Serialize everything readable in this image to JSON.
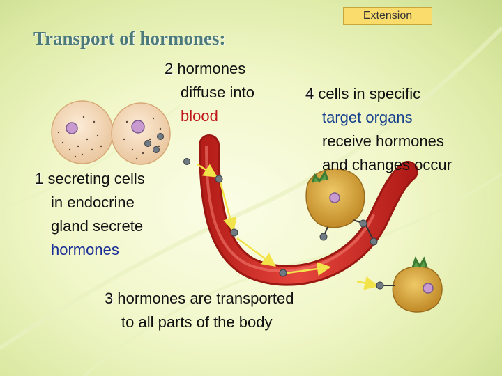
{
  "badge": {
    "text": "Extension"
  },
  "title": "Transport of hormones:",
  "steps": [
    {
      "number": "1",
      "line1": "secreting cells",
      "line2": "in endocrine",
      "line3": "gland secrete",
      "highlight": "hormones"
    },
    {
      "number": "2",
      "line1": "hormones",
      "line2": "diffuse into",
      "highlight": "blood"
    },
    {
      "number": "3",
      "line1": "hormones are transported",
      "line2": "to all parts of the body"
    },
    {
      "number": "4",
      "line1": "cells in specific",
      "highlight": "target organs",
      "line3": "receive hormones",
      "line4": "and changes occur"
    }
  ],
  "colors": {
    "blood_vessel": "#d9312a",
    "secretory_cell": "#f6ddc0",
    "nucleus": "#c89ad0",
    "target_cell": "#d6a63c",
    "hormone": "#6f7a82",
    "arrow": "#f3e34a"
  }
}
